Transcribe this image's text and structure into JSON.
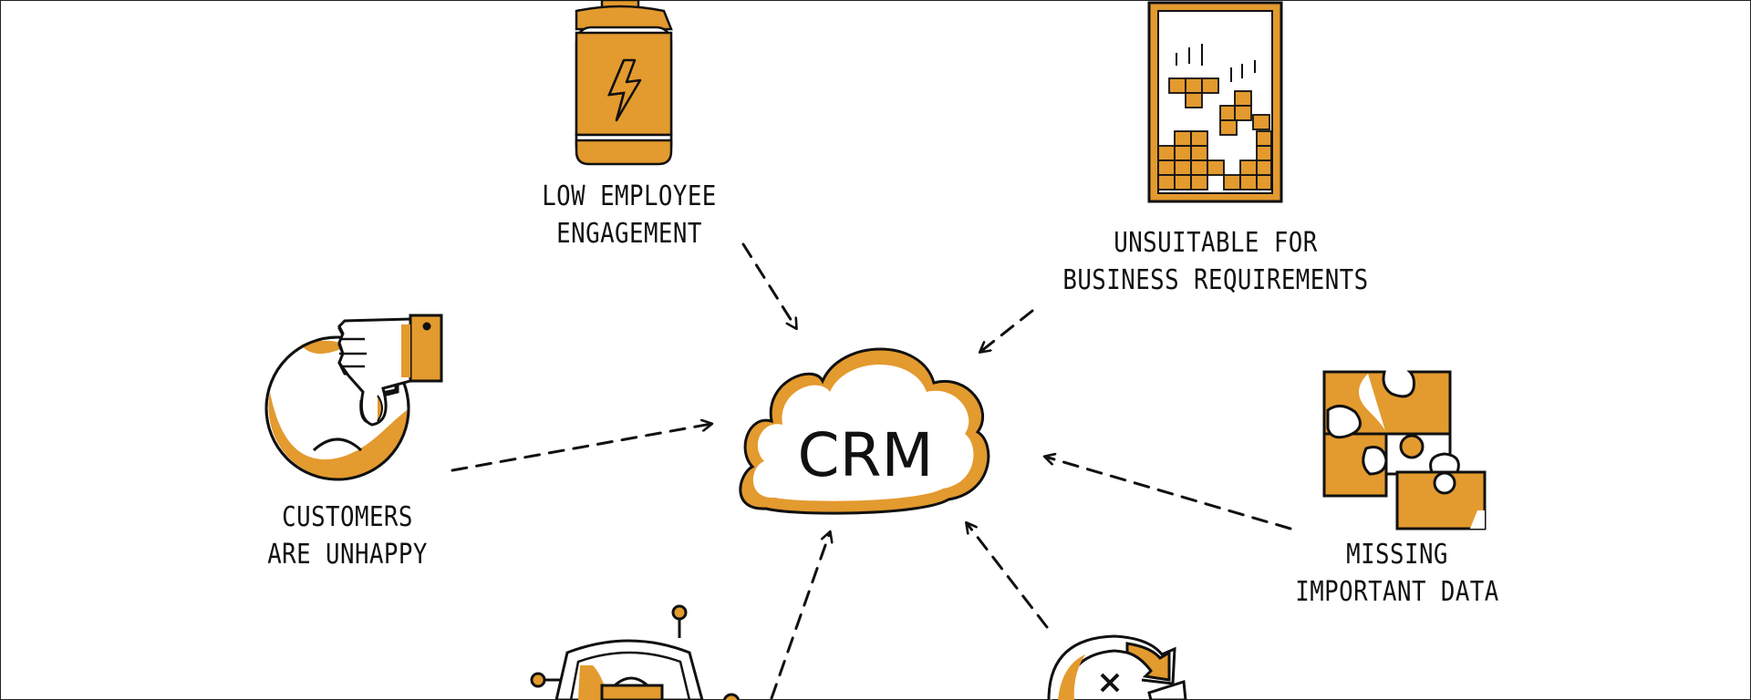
{
  "center": {
    "text": "CRM"
  },
  "nodes": [
    {
      "id": "low-employee-engagement",
      "lines": [
        "LOW EMPLOYEE",
        "ENGAGEMENT"
      ],
      "icon": "energy-drink-icon"
    },
    {
      "id": "unsuitable-for-business",
      "lines": [
        "UNSUITABLE FOR",
        "BUSINESS REQUIREMENTS"
      ],
      "icon": "tetris-board-icon"
    },
    {
      "id": "customers-unhappy",
      "lines": [
        "CUSTOMERS",
        "ARE UNHAPPY"
      ],
      "icon": "sad-face-thumbs-down-icon"
    },
    {
      "id": "missing-important-data",
      "lines": [
        "MISSING",
        "IMPORTANT DATA"
      ],
      "icon": "puzzle-pieces-icon"
    },
    {
      "id": "security-node",
      "lines": [],
      "icon": "shield-lock-icon"
    },
    {
      "id": "failure-node",
      "lines": [],
      "icon": "refresh-cross-icon"
    }
  ],
  "colors": {
    "accent": "#E39A2E",
    "ink": "#111111",
    "background": "#ffffff"
  }
}
